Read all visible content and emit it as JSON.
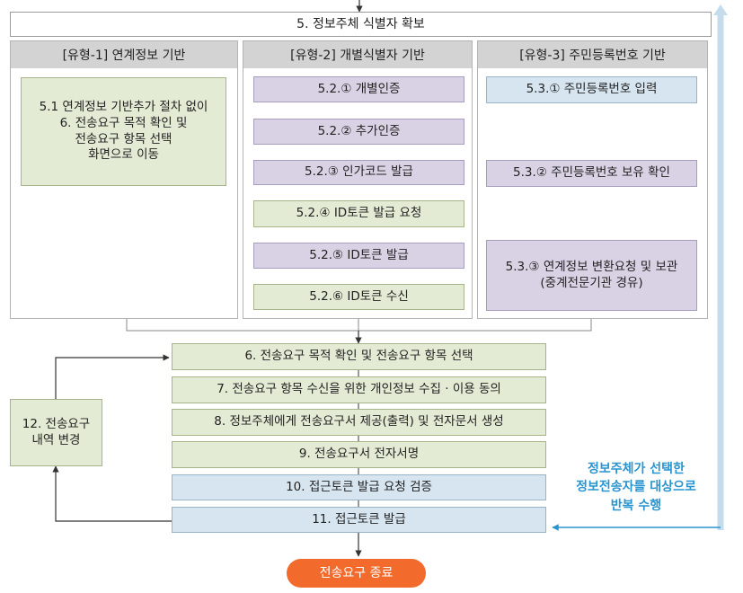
{
  "top": {
    "step5": "5. 정보주체 식별자 확보"
  },
  "panels": [
    {
      "title": "[유형-1] 연계정보 기반",
      "steps": [
        "5.1 연계정보 기반추가 절차 없이\n6. 전송요구 목적 확인 및\n전송요구 항목 선택\n화면으로 이동"
      ]
    },
    {
      "title": "[유형-2] 개별식별자 기반",
      "steps": [
        "5.2.① 개별인증",
        "5.2.② 추가인증",
        "5.2.③ 인가코드 발급",
        "5.2.④ ID토큰 발급 요청",
        "5.2.⑤ ID토큰 발급",
        "5.2.⑥ ID토큰 수신"
      ]
    },
    {
      "title": "[유형-3] 주민등록번호 기반",
      "steps": [
        "5.3.① 주민등록번호 입력",
        "5.3.② 주민등록번호 보유 확인",
        "5.3.③ 연계정보 변환요청 및 보관\n(중계전문기관 경유)"
      ]
    }
  ],
  "flow": [
    "6. 전송요구 목적 확인 및 전송요구 항목 선택",
    "7. 전송요구 항목 수신을 위한 개인정보 수집 · 이용 동의",
    "8. 정보주체에게 전송요구서 제공(출력) 및 전자문서 생성",
    "9. 전송요구서 전자서명",
    "10. 접근토큰 발급 요청 검증",
    "11. 접근토큰 발급"
  ],
  "side": {
    "change": "12. 전송요구\n내역 변경"
  },
  "note": "정보주체가 선택한\n정보전송자를 대상으로\n반복 수행",
  "end": "전송요구 종료",
  "colors": {
    "note_blue": "#2a94cf",
    "end_orange": "#f26b2c"
  }
}
